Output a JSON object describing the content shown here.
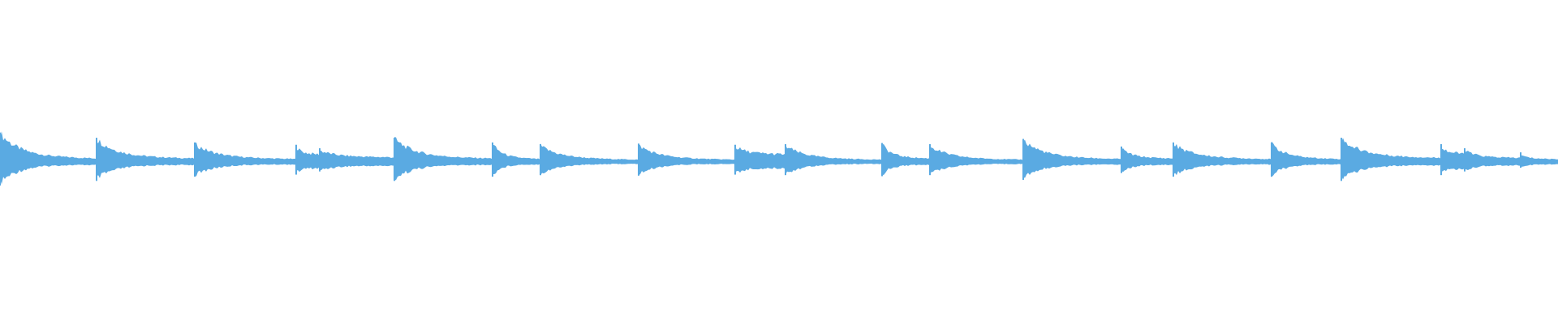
{
  "waveform": {
    "color": "#5aaae2",
    "background": "#ffffff",
    "normalized_peak_envelope": [
      {
        "start": 0.0,
        "end": 0.062,
        "attack": 0.9,
        "tail": 0.12
      },
      {
        "start": 0.062,
        "end": 0.125,
        "attack": 0.72,
        "tail": 0.12
      },
      {
        "start": 0.125,
        "end": 0.19,
        "attack": 0.56,
        "tail": 0.1
      },
      {
        "start": 0.19,
        "end": 0.205,
        "attack": 0.48,
        "tail": 0.26
      },
      {
        "start": 0.205,
        "end": 0.253,
        "attack": 0.36,
        "tail": 0.16
      },
      {
        "start": 0.253,
        "end": 0.316,
        "attack": 0.72,
        "tail": 0.12
      },
      {
        "start": 0.316,
        "end": 0.347,
        "attack": 0.56,
        "tail": 0.1
      },
      {
        "start": 0.347,
        "end": 0.41,
        "attack": 0.5,
        "tail": 0.08
      },
      {
        "start": 0.41,
        "end": 0.472,
        "attack": 0.52,
        "tail": 0.08
      },
      {
        "start": 0.472,
        "end": 0.504,
        "attack": 0.48,
        "tail": 0.26
      },
      {
        "start": 0.504,
        "end": 0.566,
        "attack": 0.5,
        "tail": 0.08
      },
      {
        "start": 0.566,
        "end": 0.597,
        "attack": 0.54,
        "tail": 0.12
      },
      {
        "start": 0.597,
        "end": 0.657,
        "attack": 0.5,
        "tail": 0.08
      },
      {
        "start": 0.657,
        "end": 0.72,
        "attack": 0.68,
        "tail": 0.1
      },
      {
        "start": 0.72,
        "end": 0.753,
        "attack": 0.42,
        "tail": 0.12
      },
      {
        "start": 0.753,
        "end": 0.816,
        "attack": 0.56,
        "tail": 0.1
      },
      {
        "start": 0.816,
        "end": 0.861,
        "attack": 0.56,
        "tail": 0.1
      },
      {
        "start": 0.861,
        "end": 0.925,
        "attack": 0.72,
        "tail": 0.14
      },
      {
        "start": 0.925,
        "end": 0.94,
        "attack": 0.5,
        "tail": 0.28
      },
      {
        "start": 0.94,
        "end": 0.976,
        "attack": 0.36,
        "tail": 0.14
      },
      {
        "start": 0.976,
        "end": 1.0,
        "attack": 0.22,
        "tail": 0.1
      }
    ]
  }
}
